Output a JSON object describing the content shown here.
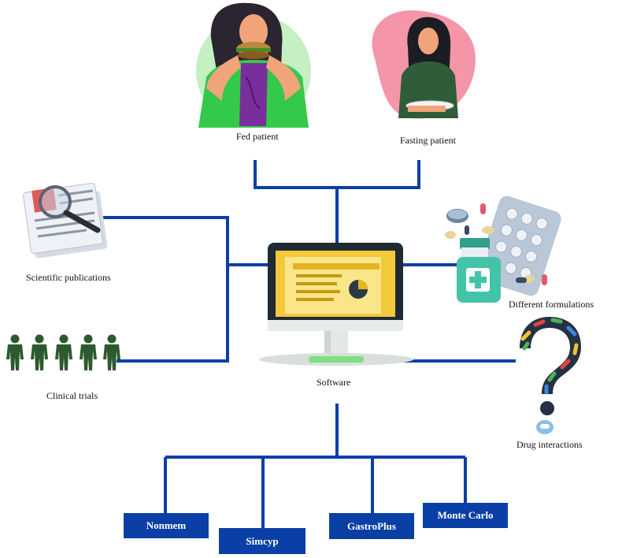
{
  "colors": {
    "connector": "#0a3fa6",
    "box_fill": "#0a3fa6",
    "box_text": "#ffffff"
  },
  "labels": {
    "fed_patient": "Fed patient",
    "fasting_patient": "Fasting patient",
    "scientific_publications": "Scientific publications",
    "different_formulations": "Different formulations",
    "clinical_trials": "Clinical trials",
    "software": "Software",
    "drug_interactions": "Drug interactions"
  },
  "tools": [
    "Nonmem",
    "Simcyp",
    "GastroPlus",
    "Monte Carlo"
  ],
  "icons": {
    "fed_patient": "woman-eating-burger-icon",
    "fasting_patient": "woman-holding-empty-plate-icon",
    "publications": "document-magnifier-icon",
    "formulations": "pill-bottle-blister-icon",
    "clinical_trials": "people-group-icon",
    "software": "computer-monitor-icon",
    "drug_interactions": "pill-question-mark-icon"
  }
}
